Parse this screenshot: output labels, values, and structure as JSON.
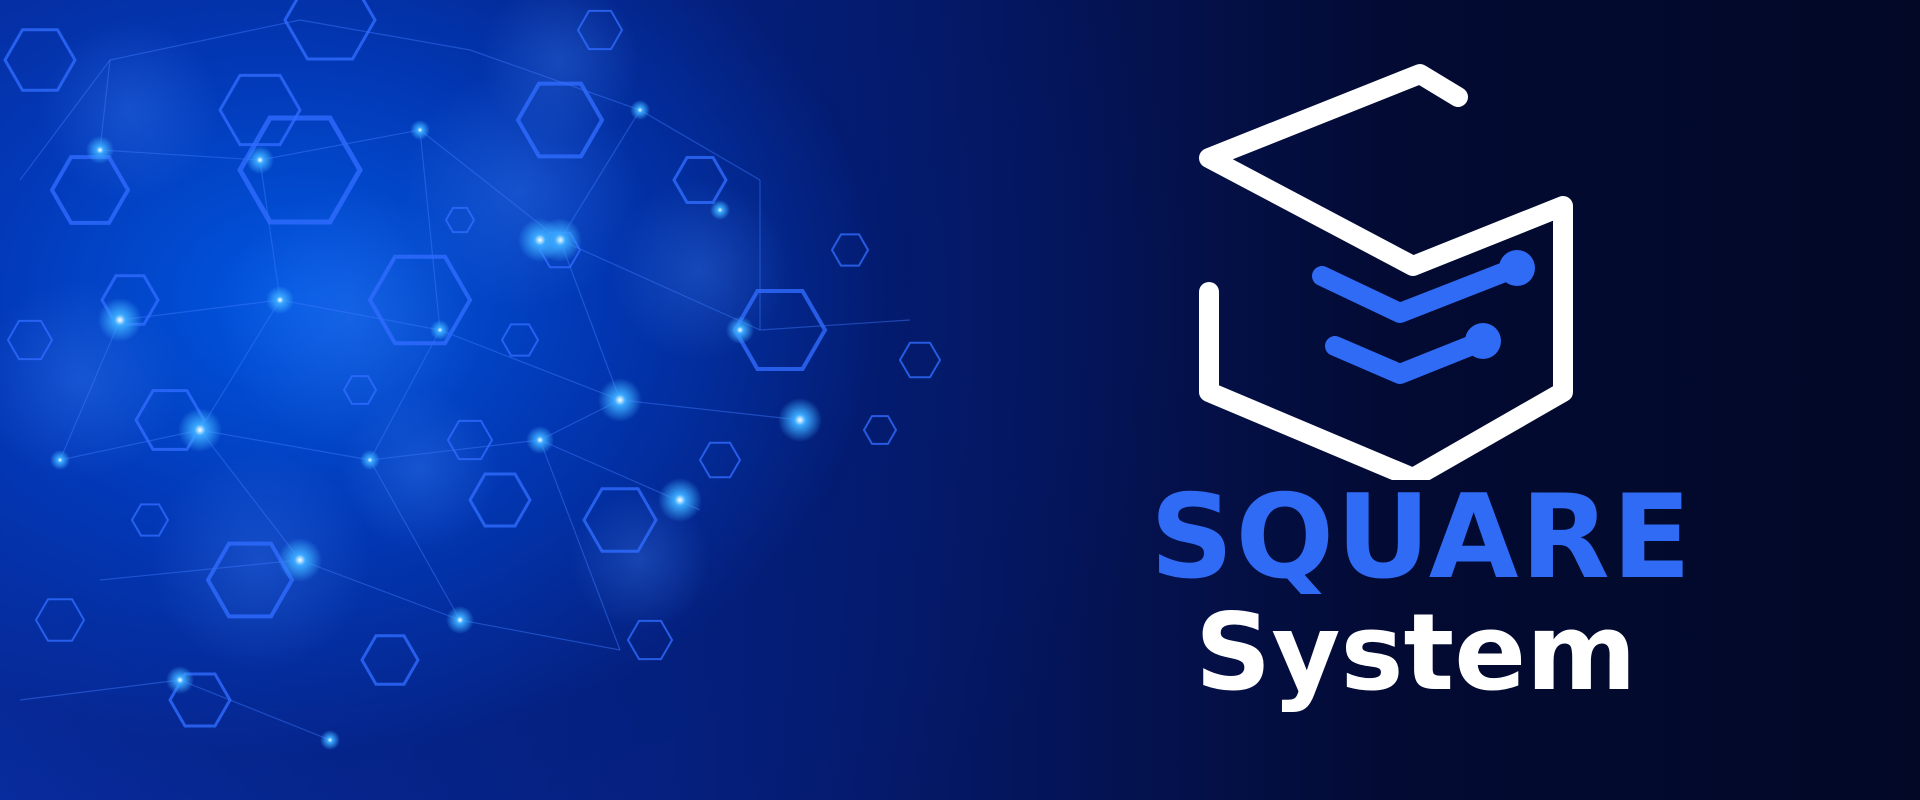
{
  "brand": {
    "name_primary": "SQUARE",
    "name_secondary": "System",
    "logo_icon": "stacked-box-logo-icon"
  },
  "colors": {
    "accent_blue": "#2f6bf5",
    "white": "#ffffff",
    "background_dark": "#030a2a",
    "background_glow": "#0a3fd6",
    "node_glow": "#3aa8ff"
  },
  "background": {
    "pattern": "hexagon-molecular-network"
  }
}
